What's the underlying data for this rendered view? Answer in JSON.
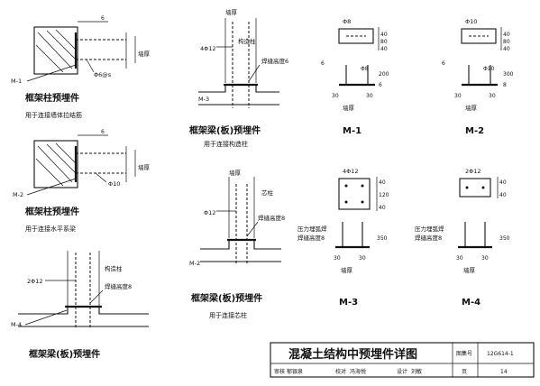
{
  "labels": {
    "col_rebar_title": "框架柱预埋件",
    "col_rebar_sub": "用于连接墙体拉结筋",
    "col_rebar_m": "M-1",
    "col_rebar_bar": "Φ6@s",
    "col_rebar_6": "6",
    "col_rebar_wall": "墙厚",
    "col_beam_title": "框架柱预埋件",
    "col_beam_sub": "用于连接水平系梁",
    "col_beam_m": "M-2",
    "col_beam_bar": "Φ10",
    "col_beam_6": "6",
    "col_beam_wall": "墙厚",
    "beam_cc_title": "框架梁(板)预埋件",
    "beam_cc_sub": "用于连接构造柱",
    "beam_cc_wall": "墙厚",
    "beam_cc_bar": "4Φ12",
    "beam_cc_col": "构造柱",
    "beam_cc_weld": "焊缝高度6",
    "beam_cc_m": "M-3",
    "beam_core_title": "框架梁(板)预埋件",
    "beam_core_sub": "用于连接芯柱",
    "beam_core_wall": "墙厚",
    "beam_core_col": "芯柱",
    "beam_core_bar": "Φ12",
    "beam_core_weld": "焊缝高度8",
    "beam_core_m": "M-2",
    "beam_bl_title": "框架梁(板)预埋件",
    "beam_bl_bar": "2Φ12",
    "beam_bl_col": "构造柱",
    "beam_bl_weld": "焊缝高度8",
    "beam_bl_m": "M-4"
  },
  "plates": {
    "m1": {
      "name": "M-1",
      "bar": "Φ8",
      "bar2": "Φ8",
      "d6": "6",
      "d_top": "40",
      "d_a": "80",
      "d_b": "40",
      "d_200": "200",
      "d_6b": "6",
      "d30a": "30",
      "d30b": "30",
      "wall": "墙厚"
    },
    "m2": {
      "name": "M-2",
      "bar": "Φ10",
      "bar2": "Φ10",
      "d6": "6",
      "d_top": "40",
      "d_a": "80",
      "d_b": "40",
      "d_300": "300",
      "d_8": "8",
      "d30a": "30",
      "d30b": "30",
      "wall": "墙厚"
    },
    "m3": {
      "name": "M-3",
      "bar": "4Φ12",
      "d_a": "40",
      "d_b": "120",
      "d_c": "40",
      "d_350": "350",
      "weld1": "压力埋弧焊",
      "weld2": "焊缝高度8",
      "d30a": "30",
      "d30b": "30",
      "wall": "墙厚"
    },
    "m4": {
      "name": "M-4",
      "bar": "2Φ12",
      "d_a": "40",
      "d_b": "40",
      "d_350": "350",
      "weld1": "压力埋弧焊",
      "weld2": "焊缝高度8",
      "d30a": "30",
      "d30b": "30",
      "wall": "墙厚"
    }
  },
  "titleblock": {
    "title": "混凝土结构中预埋件详图",
    "atlas_label": "图集号",
    "atlas_no": "12G614-1",
    "review_label": "审核",
    "reviewer": "郁银泉",
    "check_label": "校对",
    "checker": "冯海悦",
    "design_label": "设计",
    "designer": "刘敏",
    "page_label": "页",
    "page_no": "14"
  }
}
